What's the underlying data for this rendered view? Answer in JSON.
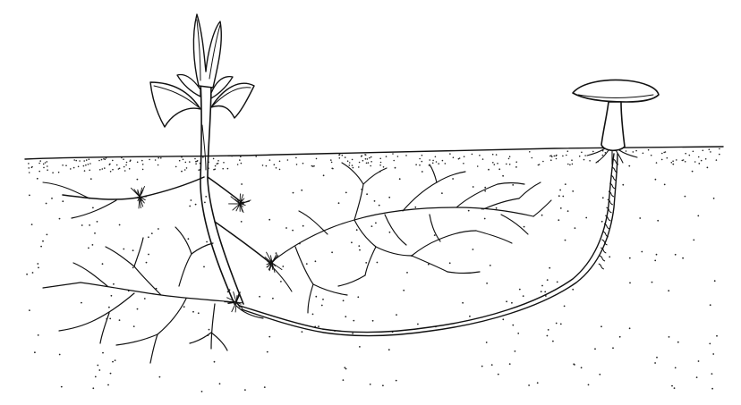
{
  "illustration": {
    "subjects": [
      "plant",
      "mushroom",
      "mycelium",
      "soil"
    ],
    "palette": {
      "paper": "#ffffff",
      "ink": "#111111"
    }
  }
}
